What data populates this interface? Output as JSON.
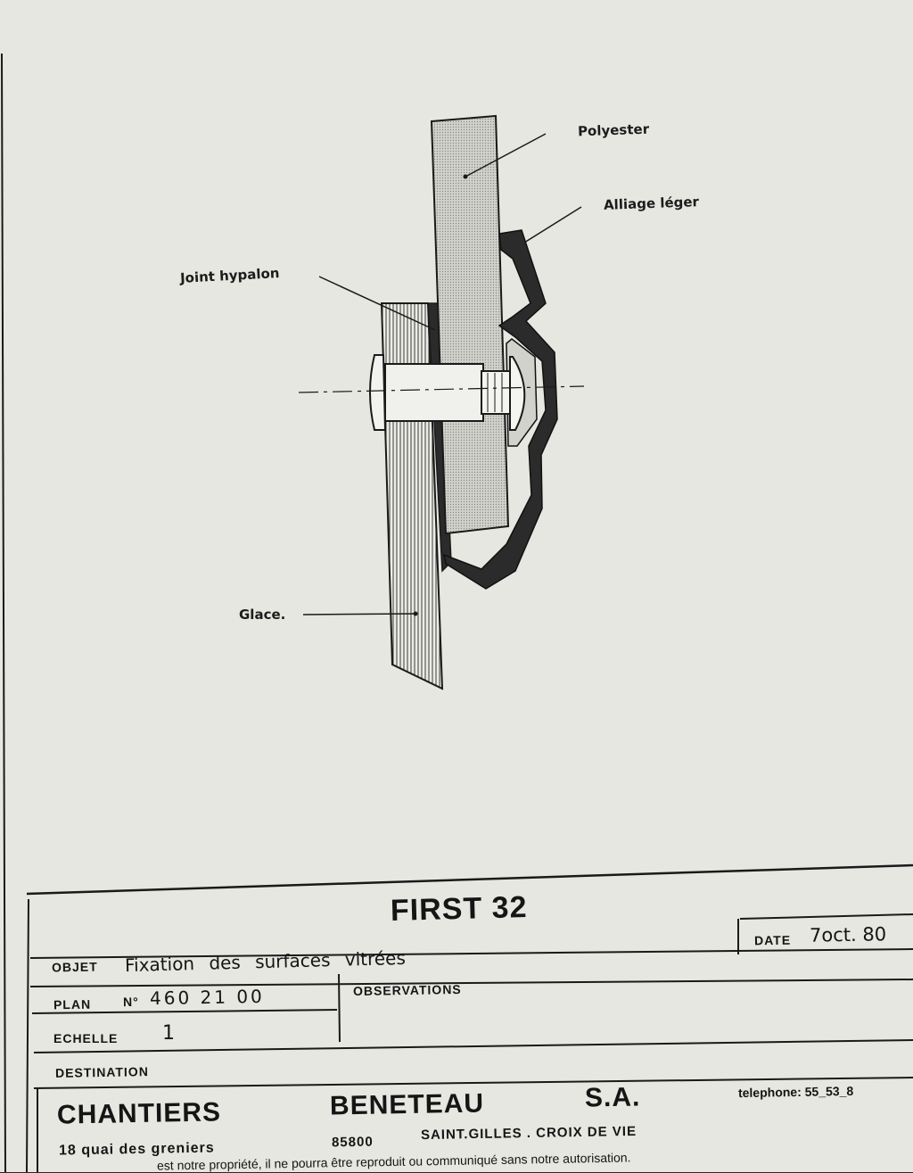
{
  "drawing": {
    "labels": {
      "polyester": "Polyester",
      "alloy": "Alliage léger",
      "joint": "Joint hypalon",
      "glass": "Glace."
    }
  },
  "title_block": {
    "project": "FIRST 32",
    "object_label": "OBJET",
    "object_value": "Fixation des surfaces vitrées",
    "date_label": "DATE",
    "date_value": "7oct. 80",
    "plan_label": "PLAN",
    "plan_prefix": "N°",
    "plan_value": "460 21 00",
    "observations_label": "OBSERVATIONS",
    "scale_label": "ECHELLE",
    "scale_value": "1",
    "destination_label": "DESTINATION",
    "company_word1": "CHANTIERS",
    "company_word2": "BENETEAU",
    "company_word3": "S.A.",
    "phone": "telephone: 55_53_8",
    "address_street": "18 quai des greniers",
    "address_postcode": "85800",
    "address_city": "SAINT.GILLES . CROIX DE VIE",
    "notice": "est notre propriété, il ne pourra être reproduit ou communiqué sans notre autorisation."
  },
  "colors": {
    "paper": "#e6e7e0",
    "ink": "#1a1a1a",
    "polyester_fill": "#c9c9c4",
    "alloy_fill": "#2b2b2b"
  }
}
